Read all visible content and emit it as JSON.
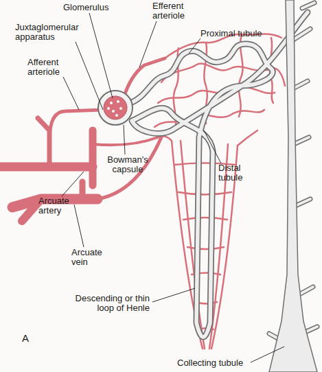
{
  "diagram": {
    "labels": [
      "Glomerulus",
      "Efferent arteriole",
      "Juxtaglomerular apparatus",
      "Proximal tubule",
      "Afferent arteriole",
      "Bowman's capsule",
      "Distal tubule",
      "Arcuate artery",
      "Arcuate vein",
      "Descending or thin loop of Henle",
      "Collecting tubule",
      "A"
    ]
  }
}
